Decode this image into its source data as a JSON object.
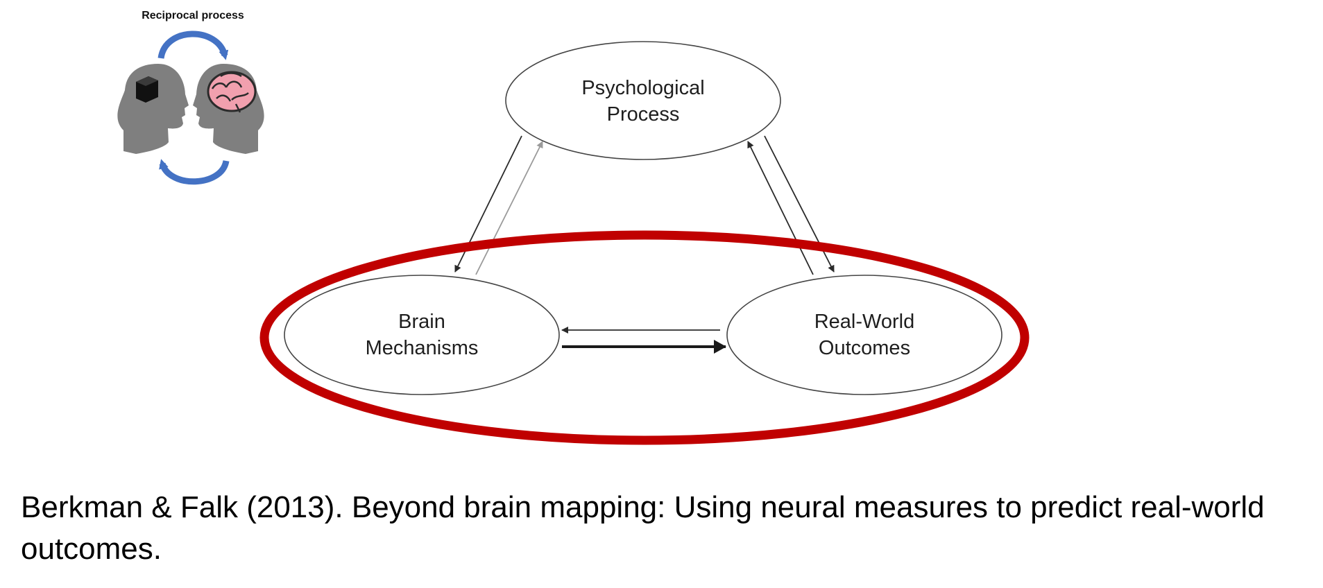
{
  "inset": {
    "title": "Reciprocal process",
    "icons": [
      "head-with-cube-icon",
      "head-with-brain-icon",
      "curved-arrow-icon"
    ],
    "arrow_color": "#4472c4"
  },
  "nodes": {
    "psychological": {
      "line1": "Psychological",
      "line2": "Process"
    },
    "brain": {
      "line1": "Brain",
      "line2": "Mechanisms"
    },
    "outcomes": {
      "line1": "Real-World",
      "line2": "Outcomes"
    }
  },
  "highlight_color": "#c00000",
  "citation": "Berkman & Falk (2013). Beyond brain mapping: Using neural measures to predict real-world outcomes."
}
